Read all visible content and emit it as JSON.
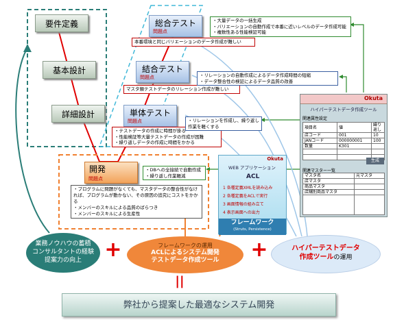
{
  "phases": {
    "requirements": "要件定義",
    "basic_design": "基本設計",
    "detail_design": "詳細設計",
    "integration_test": "総合テスト",
    "combined_test": "結合テスト",
    "unit_test": "単体テスト",
    "development": "開発",
    "problem_label": "問題点"
  },
  "issues": {
    "integration_test": [
      "本番環境と同じバリエーションのデータ作成が難しい"
    ],
    "combined_test": [
      "マスタ類テストデータのリレーション作成が難しい"
    ],
    "unit_test": [
      "テストデータの作成に時間が掛る",
      "性能検証等大量テストデータの作成が困難",
      "繰り返しデータの作成に時間をかかる"
    ],
    "development": [
      "プログラムに問題がなくても、マスタデータの整合性がなければ、プログラムが動かない、その原因の追究にコストをかかる",
      "メンバーのスキルによる品質のばらつき",
      "メンバーのスキルによる生産性"
    ]
  },
  "benefits": {
    "integration_test": [
      "大量データの一括生成",
      "バリエーションの自動作成で本番に近いレベルのデータ作成可能",
      "複数性ある性能検証可能"
    ],
    "combined_test": [
      "リレーションの自動作成によるデータ作成時間の短縮",
      "データ整合性の検証によるデータ品質の改善"
    ],
    "unit_test": [
      "リレーションを作成し、繰り返し作業を軽くする"
    ],
    "development": [
      "DBへの全接続で自動作成",
      "繰り返し作業軽減"
    ]
  },
  "tool": {
    "brand": "Okuta",
    "title": "ハイパーテストデータ作成ツール",
    "section1": "関連属性設定",
    "headers": [
      "項目名",
      "値",
      "繰り返し"
    ],
    "rows": [
      [
        "店コード",
        "001",
        "10"
      ],
      [
        "JANコード",
        "000000001",
        "100"
      ],
      [
        "数量",
        "K301",
        ""
      ],
      [
        "",
        "",
        ""
      ],
      [
        "",
        "",
        ""
      ]
    ],
    "button": "生成",
    "section2": "関連マスター一覧",
    "master_headers": [
      "マスタ名",
      "元マスタ"
    ],
    "masters": [
      "店マスタ",
      "商品マスタ",
      "店舗別商品マスタ"
    ]
  },
  "acl": {
    "brand": "Okuta",
    "subtitle": "WEB アプリケーション",
    "title": "ACL",
    "items": [
      "1 各種定義XMLを読み込み",
      "2 各種定義をACLで実行",
      "3 画面情報の組み立て",
      "4 表示画面への出力"
    ],
    "framework": "フレームワーク",
    "framework_sub": "(Struts, Persistence)"
  },
  "bottom": {
    "consultant": [
      "業務ノウハウの蓄積",
      "コンサルタントの経験",
      "提案力の向上"
    ],
    "framework_use": "フレームワークの運用",
    "framework_main": [
      "ACLによるシステム開発",
      "テストデータ作成ツール"
    ],
    "hyper_tool": [
      "ハイパーテストデータ",
      "作成ツール"
    ],
    "hyper_tool_suffix": "の運用",
    "plus": "+",
    "equals": "||",
    "result": "弊社から提案した最適なシステム開発"
  },
  "colors": {
    "teal": "#2a7d77",
    "red": "#e00000",
    "orange": "#f08030",
    "blue": "#3a5fa0",
    "green": "#2f8b2f"
  }
}
